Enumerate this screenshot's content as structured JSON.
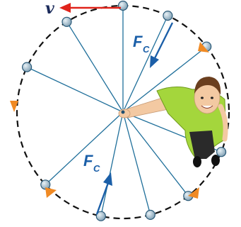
{
  "labels": {
    "velocity": {
      "letter": "v"
    },
    "force_top": {
      "letter": "F",
      "subscript": "C"
    },
    "force_bottom": {
      "letter": "F",
      "subscript": "C"
    }
  },
  "colors": {
    "circle": "#111111",
    "spokes": "#1f6f9a",
    "ball_fill": "#9fb7c6",
    "ball_stroke": "#2b5a78",
    "velocity_arrow": "#e0241b",
    "force_arrow": "#1b5fa8",
    "direction_arrows": "#f08a24",
    "shirt": "#a4d63c",
    "skin": "#f3c9a2",
    "hair": "#6b3f1f",
    "pants": "#1a1a1a"
  },
  "icons": {
    "person": "person-icon",
    "direction": "orange-chevron-icon"
  }
}
